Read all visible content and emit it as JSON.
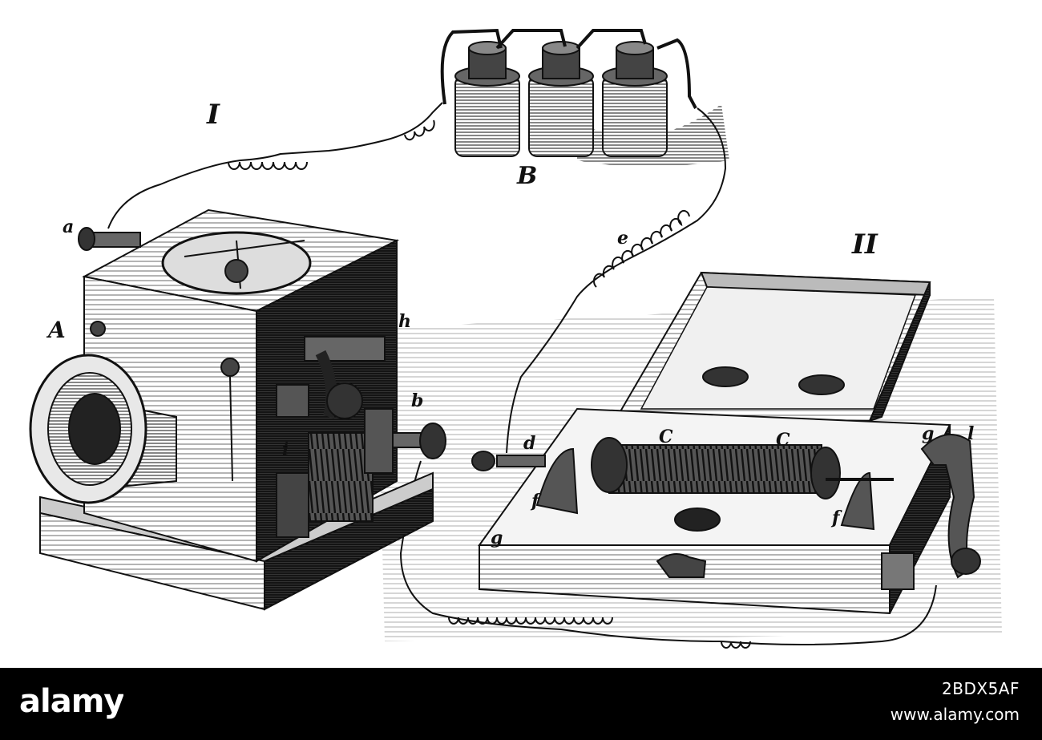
{
  "engraving": {
    "labels": {
      "fig1": "I",
      "fig2": "II",
      "battery": "B",
      "horn": "A",
      "a": "a",
      "b": "b",
      "e": "e",
      "h": "h",
      "i": "i",
      "d": "d",
      "c1": "C",
      "c2": "C",
      "f1": "f",
      "f2": "f",
      "g1": "g",
      "g2": "g",
      "l": "l"
    }
  },
  "footer": {
    "logo_text": "alamy",
    "stock_id": "2BDX5AF",
    "url": "www.alamy.com"
  },
  "colors": {
    "ink": "#111111",
    "paper": "#ffffff",
    "footer_bg": "#000000"
  }
}
